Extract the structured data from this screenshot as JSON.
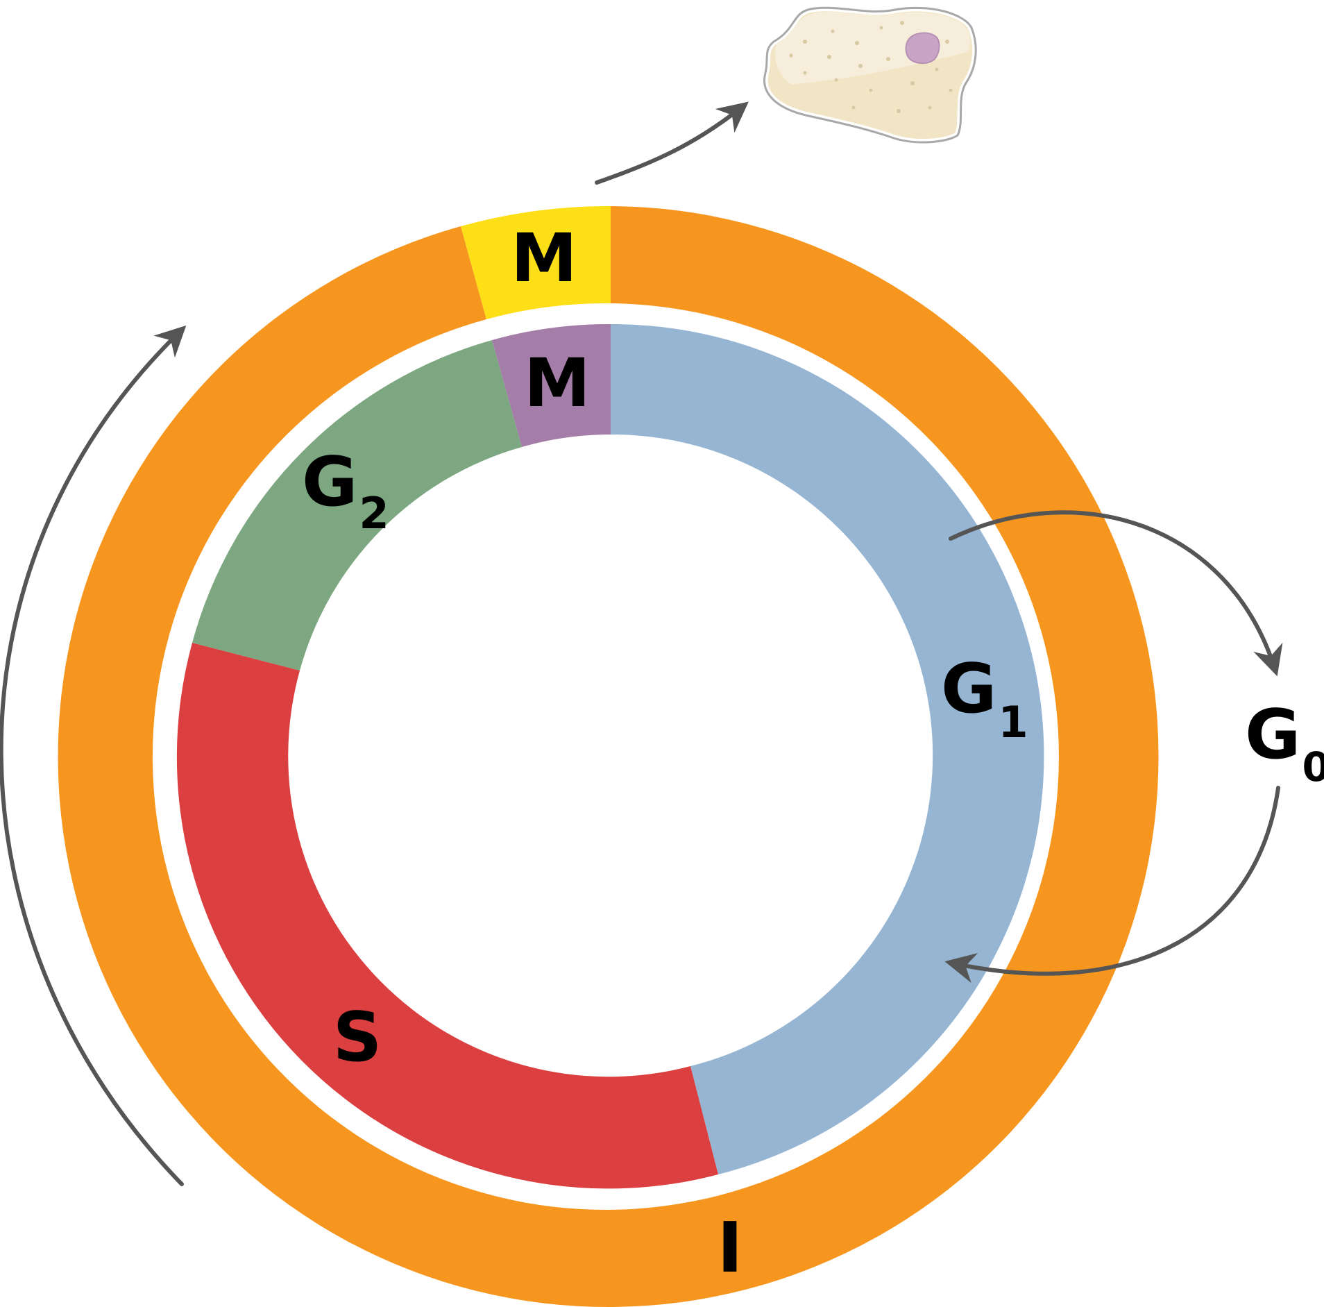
{
  "outer_ring": {
    "segments": [
      {
        "label": "M",
        "color": "#FDDF17"
      },
      {
        "label": "I",
        "color": "#F6961F"
      }
    ]
  },
  "inner_ring": {
    "segments": [
      {
        "label": "M",
        "color": "#A57DA9"
      },
      {
        "label": "G",
        "subscript": "1",
        "color": "#95B5D2"
      },
      {
        "label": "S",
        "color": "#DC3F40"
      },
      {
        "label": "G",
        "subscript": "2",
        "color": "#7CA780"
      }
    ]
  },
  "side": {
    "label": "G",
    "subscript": "0"
  },
  "arrow_color": "#555555",
  "cell": {
    "body_color": "#F1E5C5",
    "nucleus_color": "#C8A4C6",
    "outline_color": "#A8A8A8"
  }
}
